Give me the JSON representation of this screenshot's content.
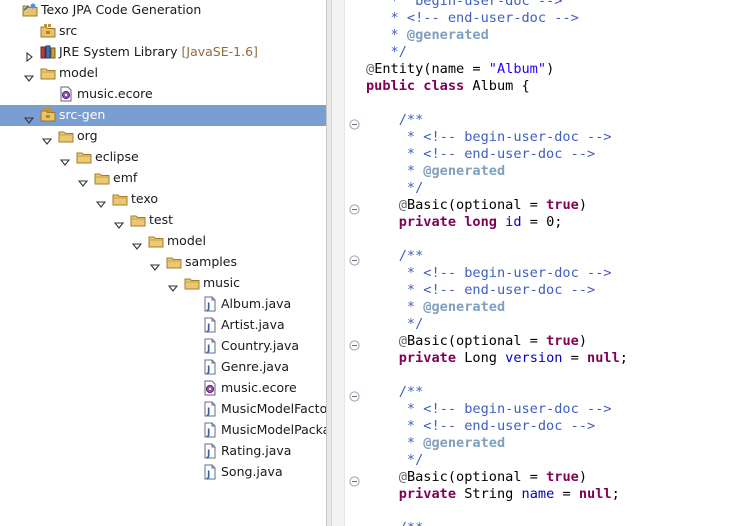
{
  "project_tree": {
    "items": [
      {
        "name": "tree-project",
        "label": "Texo JPA Code Generation",
        "icon": "project-icon",
        "arrow": "none"
      },
      {
        "name": "tree-src",
        "label": "src",
        "icon": "source-folder-icon",
        "arrow": "none"
      },
      {
        "name": "tree-jre",
        "label": "JRE System Library",
        "decoration": "[JavaSE-1.6]",
        "icon": "library-icon",
        "arrow": "collapsed"
      },
      {
        "name": "tree-model",
        "label": "model",
        "icon": "folder-icon",
        "arrow": "expanded"
      },
      {
        "name": "tree-music-ecore",
        "label": "music.ecore",
        "icon": "ecore-file-icon",
        "arrow": "none"
      },
      {
        "name": "tree-src-gen",
        "label": "src-gen",
        "icon": "source-folder-icon",
        "arrow": "expanded",
        "selected": true
      },
      {
        "name": "tree-org",
        "label": "org",
        "icon": "folder-icon",
        "arrow": "expanded"
      },
      {
        "name": "tree-eclipse",
        "label": "eclipse",
        "icon": "folder-icon",
        "arrow": "expanded"
      },
      {
        "name": "tree-emf",
        "label": "emf",
        "icon": "folder-icon",
        "arrow": "expanded"
      },
      {
        "name": "tree-texo",
        "label": "texo",
        "icon": "folder-icon",
        "arrow": "expanded"
      },
      {
        "name": "tree-test",
        "label": "test",
        "icon": "folder-icon",
        "arrow": "expanded"
      },
      {
        "name": "tree-model2",
        "label": "model",
        "icon": "folder-icon",
        "arrow": "expanded"
      },
      {
        "name": "tree-samples",
        "label": "samples",
        "icon": "folder-icon",
        "arrow": "expanded"
      },
      {
        "name": "tree-music",
        "label": "music",
        "icon": "folder-icon",
        "arrow": "expanded"
      },
      {
        "name": "tree-album-java",
        "label": "Album.java",
        "icon": "java-file-icon",
        "arrow": "none"
      },
      {
        "name": "tree-artist-java",
        "label": "Artist.java",
        "icon": "java-file-icon",
        "arrow": "none"
      },
      {
        "name": "tree-country-java",
        "label": "Country.java",
        "icon": "java-file-icon",
        "arrow": "none"
      },
      {
        "name": "tree-genre-java",
        "label": "Genre.java",
        "icon": "java-file-icon",
        "arrow": "none"
      },
      {
        "name": "tree-music-ecore2",
        "label": "music.ecore",
        "icon": "ecore-file-icon",
        "arrow": "none"
      },
      {
        "name": "tree-musicmodelfactory",
        "label": "MusicModelFactory",
        "icon": "java-file-icon",
        "arrow": "none"
      },
      {
        "name": "tree-musicmodelpackage",
        "label": "MusicModelPackage",
        "icon": "java-file-icon",
        "arrow": "none"
      },
      {
        "name": "tree-rating-java",
        "label": "Rating.java",
        "icon": "java-file-icon",
        "arrow": "none"
      },
      {
        "name": "tree-song-java",
        "label": "Song.java",
        "icon": "java-file-icon",
        "arrow": "none"
      }
    ]
  },
  "editor": {
    "lines": [
      [
        {
          "t": "   *  begin-user-doc -->",
          "c": "jd"
        }
      ],
      [
        {
          "t": "   * <!-- end-user-doc -->",
          "c": "jd"
        }
      ],
      [
        {
          "t": "   * ",
          "c": "jd"
        },
        {
          "t": "@generated",
          "c": "jdb"
        }
      ],
      [
        {
          "t": "   */",
          "c": "jd"
        }
      ],
      [
        {
          "t": "@",
          "c": "ann"
        },
        {
          "t": "Entity(name = "
        },
        {
          "t": "\"Album\"",
          "c": "str"
        },
        {
          "t": ")"
        }
      ],
      [
        {
          "t": "public",
          "c": "kw"
        },
        {
          "t": " "
        },
        {
          "t": "class",
          "c": "kw"
        },
        {
          "t": " Album {"
        }
      ],
      [],
      [
        {
          "t": "    /**",
          "c": "jd"
        }
      ],
      [
        {
          "t": "     * <!-- begin-user-doc -->",
          "c": "jd"
        }
      ],
      [
        {
          "t": "     * <!-- end-user-doc -->",
          "c": "jd"
        }
      ],
      [
        {
          "t": "     * ",
          "c": "jd"
        },
        {
          "t": "@generated",
          "c": "jdb"
        }
      ],
      [
        {
          "t": "     */",
          "c": "jd"
        }
      ],
      [
        {
          "t": "    "
        },
        {
          "t": "@",
          "c": "ann"
        },
        {
          "t": "Basic(optional = "
        },
        {
          "t": "true",
          "c": "kw"
        },
        {
          "t": ")"
        }
      ],
      [
        {
          "t": "    "
        },
        {
          "t": "private",
          "c": "kw"
        },
        {
          "t": " "
        },
        {
          "t": "long",
          "c": "kw"
        },
        {
          "t": " "
        },
        {
          "t": "id",
          "c": "fld"
        },
        {
          "t": " = 0;"
        }
      ],
      [],
      [
        {
          "t": "    /**",
          "c": "jd"
        }
      ],
      [
        {
          "t": "     * <!-- begin-user-doc -->",
          "c": "jd"
        }
      ],
      [
        {
          "t": "     * <!-- end-user-doc -->",
          "c": "jd"
        }
      ],
      [
        {
          "t": "     * ",
          "c": "jd"
        },
        {
          "t": "@generated",
          "c": "jdb"
        }
      ],
      [
        {
          "t": "     */",
          "c": "jd"
        }
      ],
      [
        {
          "t": "    "
        },
        {
          "t": "@",
          "c": "ann"
        },
        {
          "t": "Basic(optional = "
        },
        {
          "t": "true",
          "c": "kw"
        },
        {
          "t": ")"
        }
      ],
      [
        {
          "t": "    "
        },
        {
          "t": "private",
          "c": "kw"
        },
        {
          "t": " Long "
        },
        {
          "t": "version",
          "c": "fld"
        },
        {
          "t": " = "
        },
        {
          "t": "null",
          "c": "kw"
        },
        {
          "t": ";"
        }
      ],
      [],
      [
        {
          "t": "    /**",
          "c": "jd"
        }
      ],
      [
        {
          "t": "     * <!-- begin-user-doc -->",
          "c": "jd"
        }
      ],
      [
        {
          "t": "     * <!-- end-user-doc -->",
          "c": "jd"
        }
      ],
      [
        {
          "t": "     * ",
          "c": "jd"
        },
        {
          "t": "@generated",
          "c": "jdb"
        }
      ],
      [
        {
          "t": "     */",
          "c": "jd"
        }
      ],
      [
        {
          "t": "    "
        },
        {
          "t": "@",
          "c": "ann"
        },
        {
          "t": "Basic(optional = "
        },
        {
          "t": "true",
          "c": "kw"
        },
        {
          "t": ")"
        }
      ],
      [
        {
          "t": "    "
        },
        {
          "t": "private",
          "c": "kw"
        },
        {
          "t": " String "
        },
        {
          "t": "name",
          "c": "fld"
        },
        {
          "t": " = "
        },
        {
          "t": "null",
          "c": "kw"
        },
        {
          "t": ";"
        }
      ],
      [],
      [
        {
          "t": "    /**",
          "c": "jd"
        }
      ]
    ],
    "fold_markers": [
      7,
      12,
      15,
      20,
      23,
      28,
      31
    ]
  }
}
